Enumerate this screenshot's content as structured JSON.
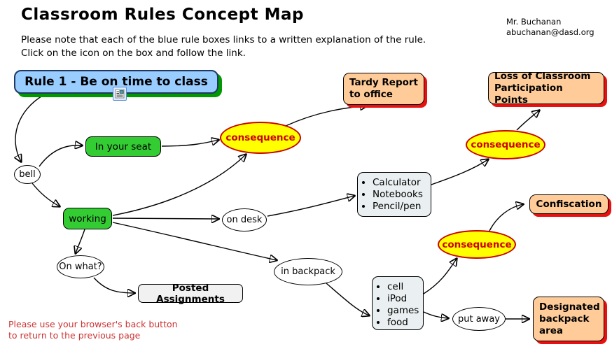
{
  "header": {
    "title": "Classroom Rules Concept Map",
    "subtitle_line1": "Please note that each of the blue rule boxes links to a written explanation of the rule.",
    "subtitle_line2": "Click on the icon on the box and follow the link.",
    "author_name": "Mr. Buchanan",
    "author_email": "abuchanan@dasd.org"
  },
  "nodes": {
    "rule1": {
      "label": "Rule 1 - Be on time to class"
    },
    "bell": {
      "label": "bell"
    },
    "in_your_seat": {
      "label": "In your seat"
    },
    "working": {
      "label": "working"
    },
    "on_what": {
      "label": "On what?"
    },
    "posted_assignments": {
      "label": "Posted Assignments"
    },
    "on_desk": {
      "label": "on desk"
    },
    "in_backpack": {
      "label": "in backpack"
    },
    "put_away": {
      "label": "put away"
    },
    "consequence1": {
      "label": "consequence"
    },
    "consequence2": {
      "label": "consequence"
    },
    "consequence3": {
      "label": "consequence"
    },
    "tardy_report": {
      "label": "Tardy Report to office"
    },
    "loss_points": {
      "label": "Loss of Classroom Participation Points"
    },
    "confiscation": {
      "label": "Confiscation"
    },
    "designated_area": {
      "label": "Designated backpack area"
    },
    "desk_items": {
      "items": [
        "Calculator",
        "Notebooks",
        "Pencil/pen"
      ]
    },
    "backpack_items": {
      "items": [
        "cell",
        "iPod",
        "games",
        "food"
      ]
    }
  },
  "footer": {
    "line1": "Please use your browser's back button",
    "line2": "to return to the previous page"
  },
  "colors": {
    "rule_fill": "#99CCFF",
    "rule_border": "#1F3864",
    "rule_shadow": "#009900",
    "consequence_fill": "#FFFF00",
    "consequence_accent": "#CC0000",
    "result_fill": "#FFCC99",
    "result_shadow": "#E81010",
    "action_fill": "#33CC33",
    "list_fill": "#EAF0F1",
    "footer_text": "#CC3333"
  }
}
